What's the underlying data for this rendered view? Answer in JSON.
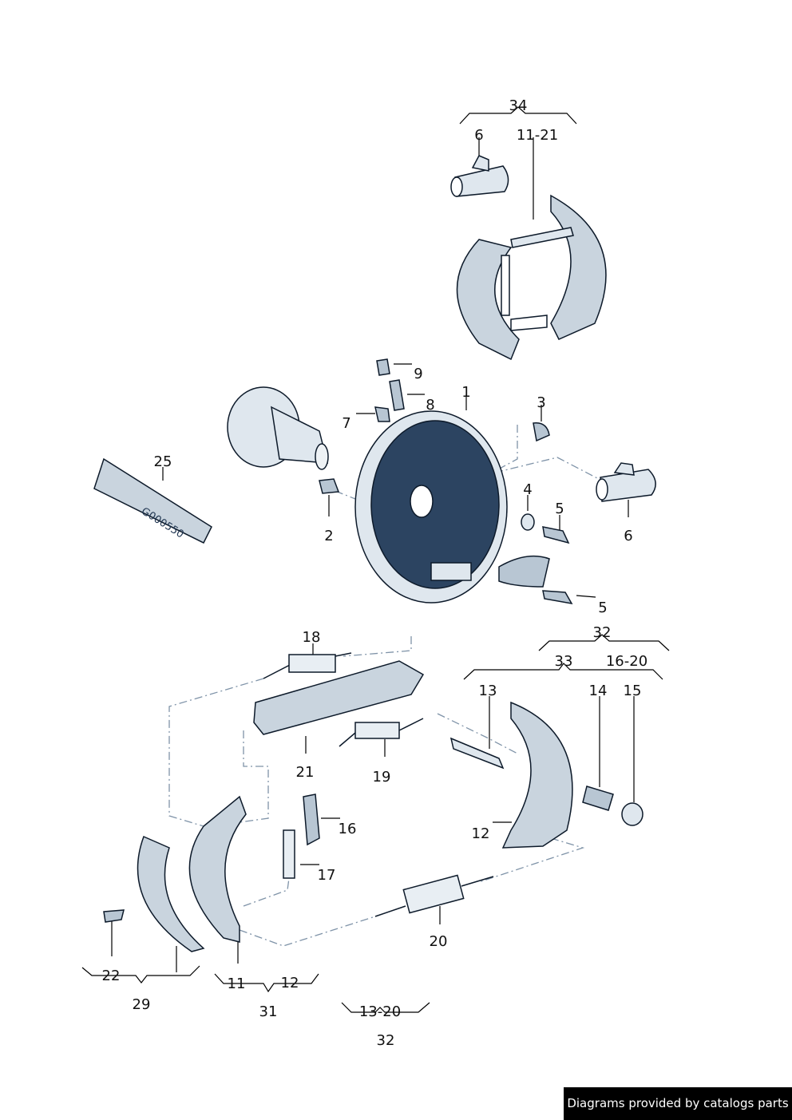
{
  "callouts": [
    "34",
    "6",
    "11-21",
    "9",
    "8",
    "1",
    "3",
    "7",
    "25",
    "2",
    "4",
    "5",
    "6",
    "5",
    "18",
    "32",
    "33",
    "16-20",
    "13",
    "14",
    "15",
    "21",
    "19",
    "16",
    "12",
    "17",
    "20",
    "22",
    "29",
    "11",
    "12",
    "31",
    "13-20",
    "32"
  ],
  "tube_marking": "G000550",
  "credit": "Diagrams provided by catalogs parts",
  "colors": {
    "part_fill": "#dfe7ee",
    "part_dark": "#1f3550",
    "outline": "#0d1a2a",
    "dash": "#7f93a8"
  }
}
